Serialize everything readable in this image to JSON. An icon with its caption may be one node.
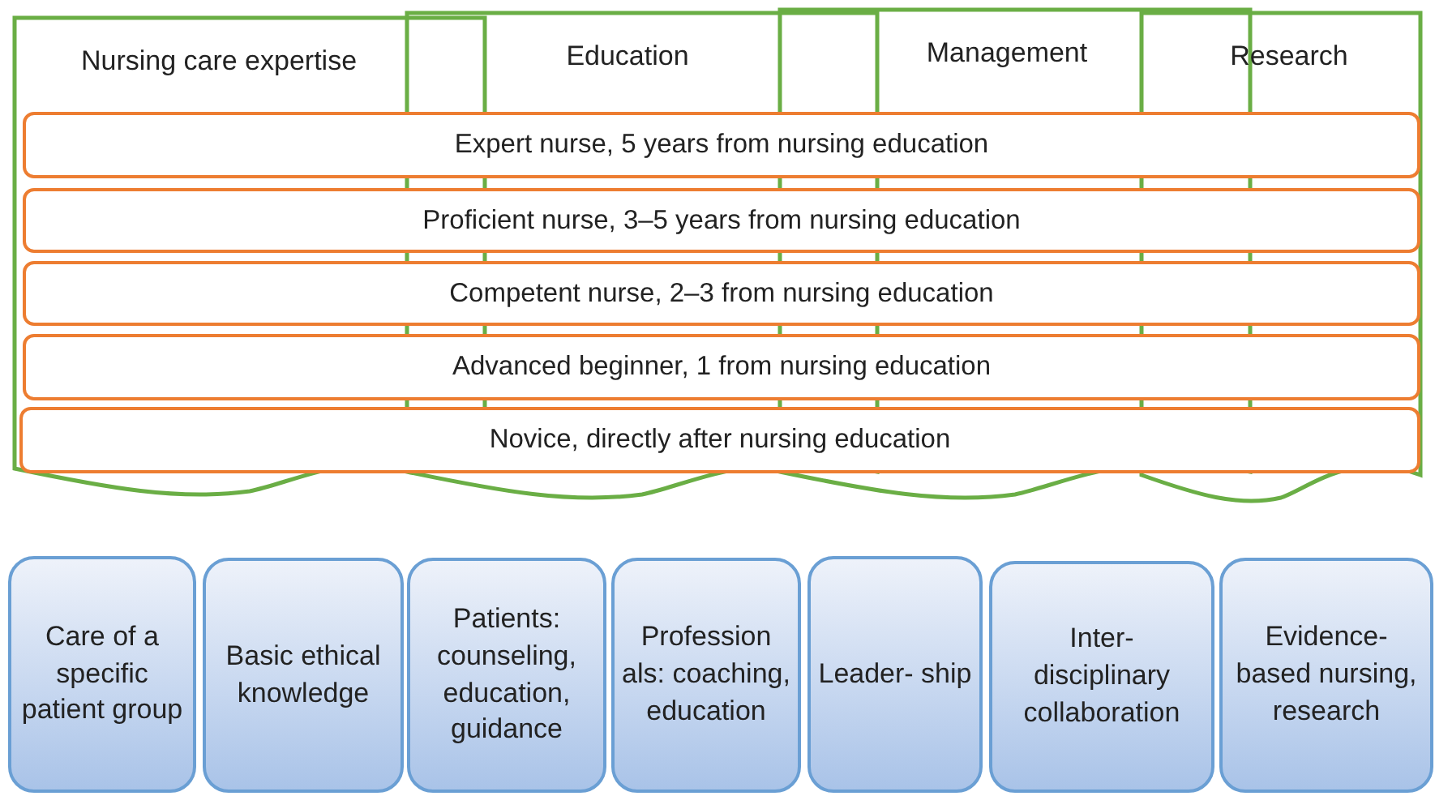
{
  "diagram": {
    "nodes": [
      {
        "text": [
          "Nursing care expertise"
        ]
      },
      {
        "text": [
          "Education"
        ]
      },
      {
        "text": [
          "Management"
        ]
      },
      {
        "text": [
          "Research"
        ]
      },
      {
        "text": [
          "Expert nurse, 5 years from nursing education"
        ]
      },
      {
        "text": [
          "Proficient nurse, 3–5 years from nursing education"
        ]
      },
      {
        "text": [
          "Competent nurse, 2–3 from nursing education"
        ]
      },
      {
        "text": [
          "Advanced beginner, 1 from nursing education"
        ]
      },
      {
        "text": [
          "Novice, directly after nursing education"
        ]
      },
      {
        "text": [
          "Care of a specific patient group"
        ]
      },
      {
        "text": [
          "Basic ethical knowledge"
        ]
      },
      {
        "text": [
          "Patients: counseling, education, guidance"
        ]
      },
      {
        "text": [
          "Profession als: coaching, education"
        ]
      },
      {
        "text": [
          "Leader- ship"
        ]
      },
      {
        "text": [
          "Inter- disciplinary collaboration"
        ]
      },
      {
        "text": [
          "Evidence- based nursing, research"
        ]
      }
    ]
  }
}
